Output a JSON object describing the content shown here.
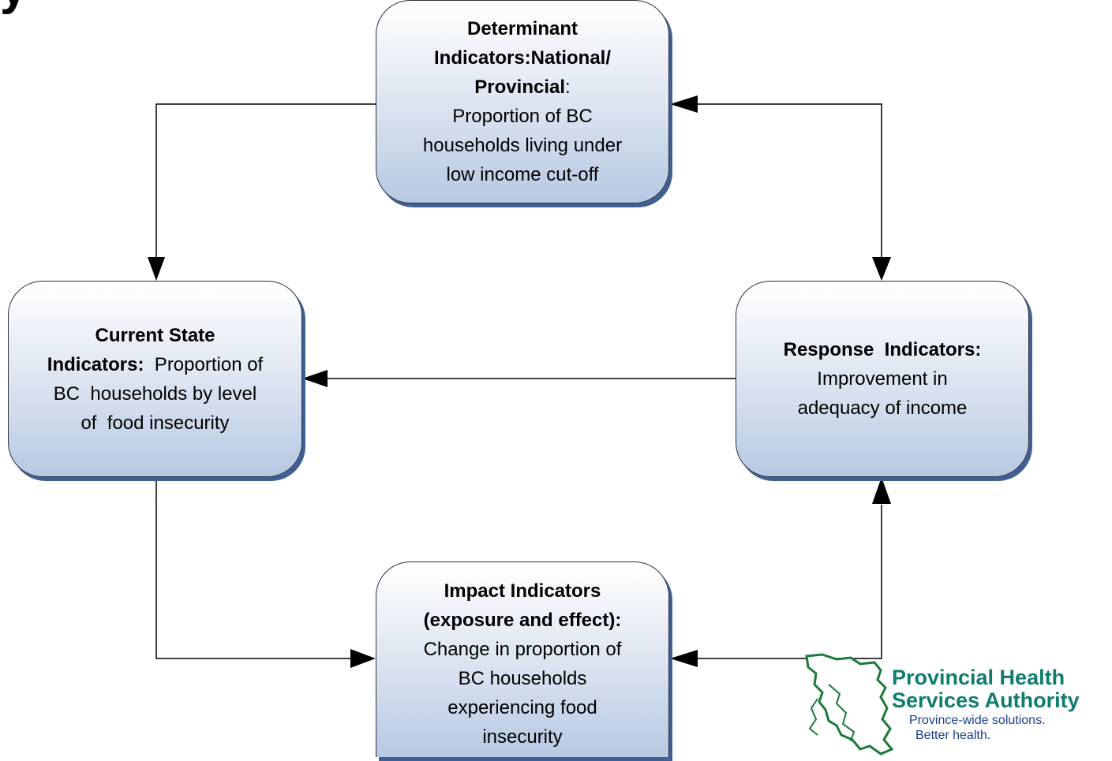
{
  "title_fragment": "y",
  "nodes": {
    "determinant": {
      "lines": [
        {
          "text": "Determinant",
          "bold": true
        },
        {
          "text": "Indicators:National/",
          "bold": true
        },
        {
          "text": "Provincial",
          "bold": true,
          "suffix": ":"
        },
        {
          "text": "Proportion of BC",
          "bold": false
        },
        {
          "text": "households living under",
          "bold": false
        },
        {
          "text": "low income cut-off",
          "bold": false
        }
      ]
    },
    "current": {
      "lines": [
        {
          "text": "Current State",
          "bold": true
        },
        {
          "text": "Indicators:",
          "bold": true,
          "suffix": "  Proportion of"
        },
        {
          "text": "BC  households by level",
          "bold": false
        },
        {
          "text": "of  food insecurity",
          "bold": false
        }
      ]
    },
    "response": {
      "lines": [
        {
          "text": "Response  Indicators:",
          "bold": true
        },
        {
          "text": "Improvement in",
          "bold": false
        },
        {
          "text": "adequacy of income",
          "bold": false
        }
      ]
    },
    "impact": {
      "lines": [
        {
          "text": "Impact Indicators",
          "bold": true
        },
        {
          "text": "(exposure and effect):",
          "bold": true
        },
        {
          "text": "Change in proportion of",
          "bold": false
        },
        {
          "text": "BC households",
          "bold": false
        },
        {
          "text": "experiencing food",
          "bold": false
        },
        {
          "text": "insecurity",
          "bold": false
        }
      ]
    }
  },
  "logo": {
    "name_line1": "Provincial Health",
    "name_line2": "Services Authority",
    "tagline1": "Province-wide solutions.",
    "tagline2": "Better health.",
    "colors": {
      "name": "#0e7d6e",
      "tagline": "#1d3d8f",
      "map": "#1a7a3a"
    }
  },
  "colors": {
    "box_top": "#ffffff",
    "box_bottom": "#b7c8e2",
    "box_shadow": "#3f5f95",
    "connector": "#000000"
  }
}
